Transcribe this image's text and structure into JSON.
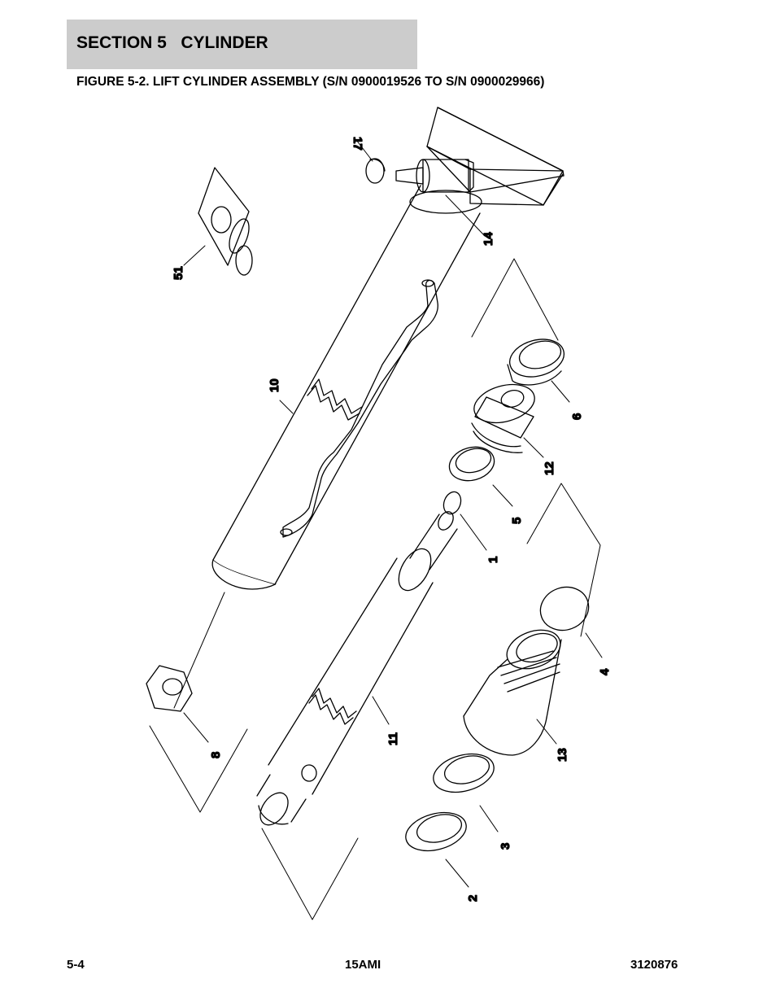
{
  "header": {
    "section_title": "SECTION 5   CYLINDER",
    "figure_title": "FIGURE 5-2. LIFT CYLINDER ASSEMBLY (S/N 0900019526 TO S/N 0900029966)"
  },
  "callouts": {
    "c17": "17",
    "c14": "14",
    "c51": "51",
    "c10": "10",
    "c6": "6",
    "c12": "12",
    "c5": "5",
    "c1": "1",
    "c4": "4",
    "c13": "13",
    "c11": "11",
    "c8": "8",
    "c3": "3",
    "c2": "2"
  },
  "footer": {
    "page_number": "5-4",
    "model": "15AMI",
    "manual_number": "3120876"
  }
}
